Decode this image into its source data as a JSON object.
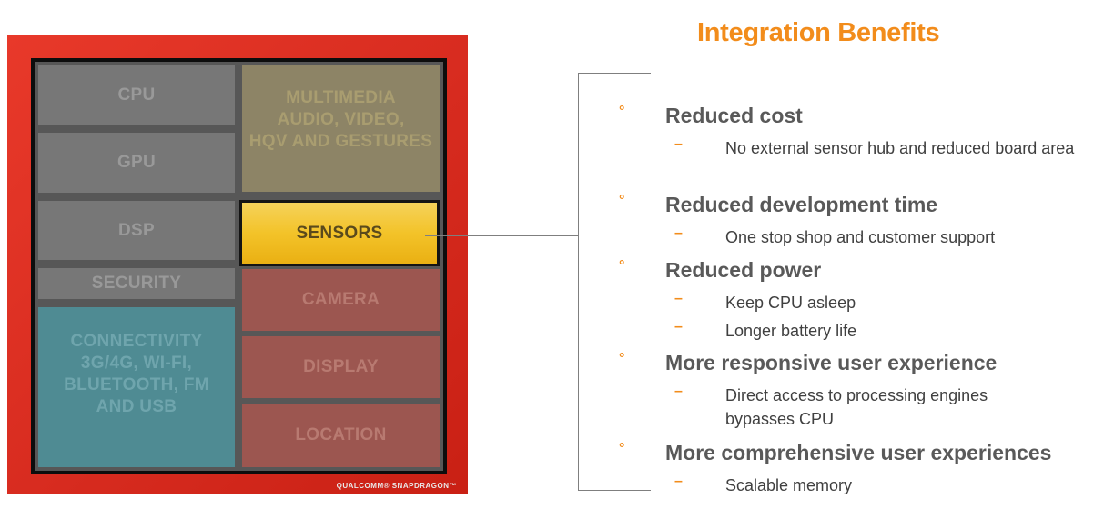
{
  "chip": {
    "blocks": {
      "cpu": "CPU",
      "gpu": "GPU",
      "dsp": "DSP",
      "security": "SECURITY",
      "connectivity": "CONNECTIVITY\n3G/4G, WI-FI,\nBLUETOOTH, FM\nAND USB",
      "multimedia": "MULTIMEDIA\nAUDIO, VIDEO,\nHQV AND GESTURES",
      "sensors": "SENSORS",
      "camera": "CAMERA",
      "display": "DISPLAY",
      "location": "LOCATION"
    },
    "brand": "QUALCOMM® SNAPDRAGON™"
  },
  "benefits": {
    "title": "Integration Benefits",
    "bullet_symbol": "°",
    "dash_symbol": "–",
    "items": [
      {
        "heading": "Reduced cost",
        "subs": [
          "No external sensor hub and reduced board area"
        ]
      },
      {
        "heading": "Reduced development time",
        "subs": [
          "One stop shop and customer support"
        ]
      },
      {
        "heading": "Reduced power",
        "subs": [
          "Keep CPU asleep",
          "Longer battery life"
        ]
      },
      {
        "heading": "More responsive user experience",
        "subs": [
          "Direct access to processing engines bypasses CPU"
        ]
      },
      {
        "heading": "More comprehensive user experiences",
        "subs": [
          "Scalable memory"
        ]
      }
    ]
  },
  "colors": {
    "accent": "#f28c1b",
    "chip_red": "#d72b1f",
    "sensors_yellow": "#f3c329"
  }
}
